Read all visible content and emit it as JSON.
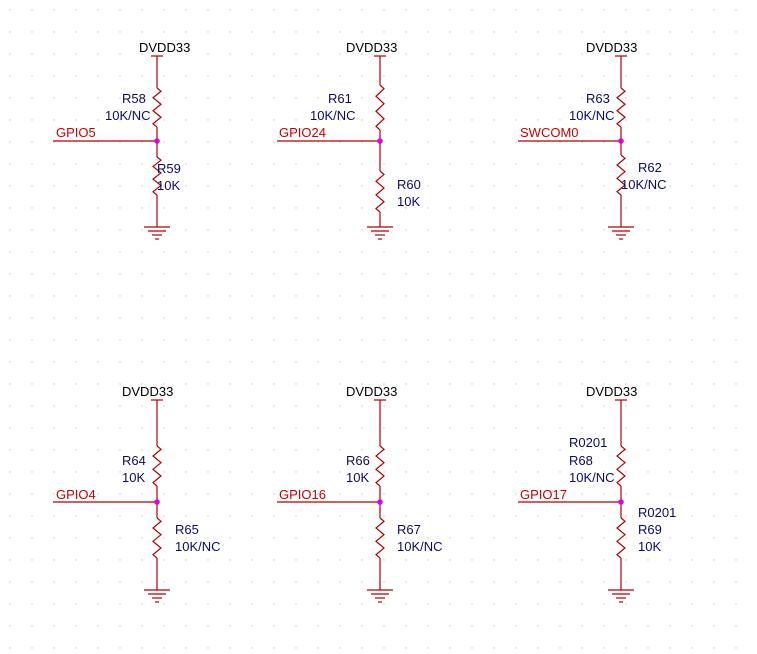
{
  "colors": {
    "background": "#ffffff",
    "grid_dot": "#c8c8c8",
    "wire": "#b00000",
    "power_symbol": "#b00000",
    "resistor": "#b00000",
    "junction": "#e000e0",
    "net_label": "#cc0000",
    "designator": "#0a0a66",
    "power_label": "#000000"
  },
  "circuits": [
    {
      "id": "c1",
      "power_net": "DVDD33",
      "signal_net": "GPIO5",
      "upper": {
        "ref": "R58",
        "value": "10K/NC"
      },
      "lower": {
        "ref": "R59",
        "value": "10K"
      }
    },
    {
      "id": "c2",
      "power_net": "DVDD33",
      "signal_net": "GPIO24",
      "upper": {
        "ref": "R61",
        "value": "10K/NC"
      },
      "lower": {
        "ref": "R60",
        "value": "10K"
      }
    },
    {
      "id": "c3",
      "power_net": "DVDD33",
      "signal_net": "SWCOM0",
      "upper": {
        "ref": "R63",
        "value": "10K/NC"
      },
      "lower": {
        "ref": "R62",
        "value": "10K/NC"
      }
    },
    {
      "id": "c4",
      "power_net": "DVDD33",
      "signal_net": "GPIO4",
      "upper": {
        "ref": "R64",
        "value": "10K"
      },
      "lower": {
        "ref": "R65",
        "value": "10K/NC"
      }
    },
    {
      "id": "c5",
      "power_net": "DVDD33",
      "signal_net": "GPIO16",
      "upper": {
        "ref": "R66",
        "value": "10K"
      },
      "lower": {
        "ref": "R67",
        "value": "10K/NC"
      }
    },
    {
      "id": "c6",
      "power_net": "DVDD33",
      "signal_net": "GPIO17",
      "upper": {
        "ref": "R68",
        "value": "10K/NC",
        "package": "R0201"
      },
      "lower": {
        "ref": "R69",
        "value": "10K",
        "package": "R0201"
      }
    }
  ]
}
